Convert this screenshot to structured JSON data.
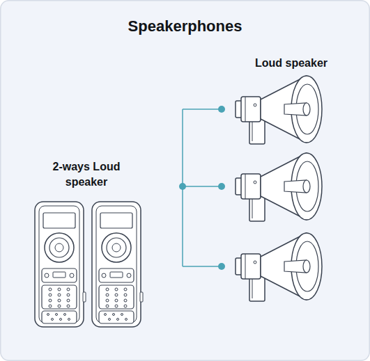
{
  "diagram": {
    "title": "Speakerphones",
    "labels": [
      "Loud speaker",
      "2-ways Loud speaker"
    ]
  }
}
